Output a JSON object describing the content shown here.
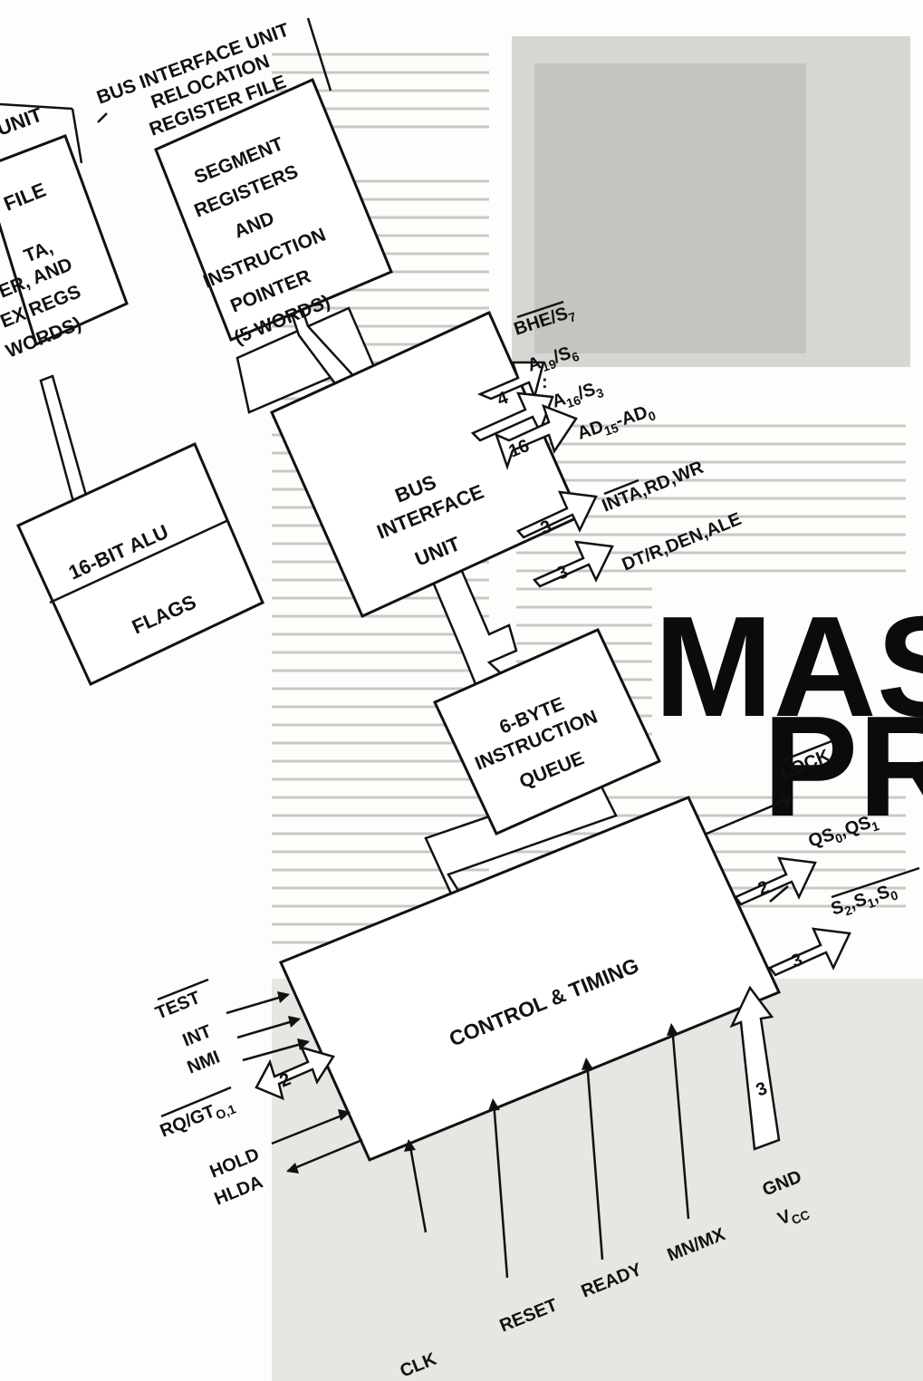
{
  "headline": {
    "line1": "MASS",
    "line2": "PRO"
  },
  "labels": {
    "unit_frag": "UNIT",
    "file_frag": "FILE",
    "ta_frag": "TA,",
    "er_and_frag": "ER, AND",
    "ex_regs_frag": "EX REGS",
    "words_frag": "WORDS)",
    "biu_header": "BUS INTERFACE UNIT",
    "relocation_1": "RELOCATION",
    "relocation_2": "REGISTER FILE",
    "seg_1": "SEGMENT",
    "seg_2": "REGISTERS",
    "seg_3": "AND",
    "seg_4": "INSTRUCTION",
    "seg_5": "POINTER",
    "seg_6": "(5 WORDS)",
    "alu": "16-BIT ALU",
    "flags": "FLAGS",
    "biu_1": "BUS",
    "biu_2": "INTERFACE",
    "biu_3": "UNIT",
    "queue_1": "6-BYTE",
    "queue_2": "INSTRUCTION",
    "queue_3": "QUEUE",
    "control": "CONTROL & TIMING",
    "bhe": "BHE/S",
    "bhe_sub": "7",
    "a19": "A",
    "a19_sub": "19",
    "a19_s": "/S",
    "a19_s_sub": "6",
    "dots": ":",
    "a16": "A",
    "a16_sub": "16",
    "a16_s": "/S",
    "a16_s_sub": "3",
    "ad": "AD",
    "ad_sub1": "15",
    "ad_mid": "-AD",
    "ad_sub2": "0",
    "inta": "INTA,RD,WR",
    "dtr": "DT/R,DEN,ALE",
    "lock": "LOCK",
    "qs": "QS",
    "qs_sub0": "0",
    "qs_mid": ",QS",
    "qs_sub1": "1",
    "s_pins": "S",
    "s_sub2": "2",
    "s_mid1": ",S",
    "s_sub1": "1",
    "s_mid0": ",S",
    "s_sub0": "0",
    "test": "TEST",
    "int": "INT",
    "nmi": "NMI",
    "rqgt": "RQ/GT",
    "rqgt_sub": "O,1",
    "hold": "HOLD",
    "hlda": "HLDA",
    "clk": "CLK",
    "reset": "RESET",
    "ready": "READY",
    "mnmx": "MN/MX",
    "gnd": "GND",
    "vcc": "V",
    "vcc_sub": "CC",
    "n4": "4",
    "n16": "16",
    "n3a": "3",
    "n3b": "3",
    "n2a": "2",
    "n3c": "3",
    "n3d": "3",
    "n2b": "2"
  }
}
